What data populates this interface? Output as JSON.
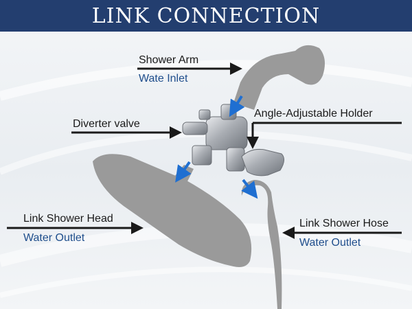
{
  "title": "LINK CONNECTION",
  "colors": {
    "banner": "#233e6f",
    "label_primary": "#1a1a1a",
    "label_secondary": "#1f4e8c",
    "flow_arrow": "#1f6fd1",
    "silhouette": "#9a9a9a",
    "chrome": "#b8bcc2"
  },
  "callouts": {
    "shower_arm": {
      "label": "Shower Arm",
      "sublabel": "Wate Inlet"
    },
    "diverter": {
      "label": "Diverter valve"
    },
    "holder": {
      "label": "Angle-Adjustable Holder"
    },
    "shower_head": {
      "label": "Link Shower Head",
      "sublabel": "Water Outlet"
    },
    "shower_hose": {
      "label": "Link Shower Hose",
      "sublabel": "Water Outlet"
    }
  },
  "icons": [
    "shower-arm-icon",
    "diverter-valve-icon",
    "holder-icon",
    "shower-head-icon",
    "shower-hose-icon",
    "flow-arrow-icon"
  ]
}
